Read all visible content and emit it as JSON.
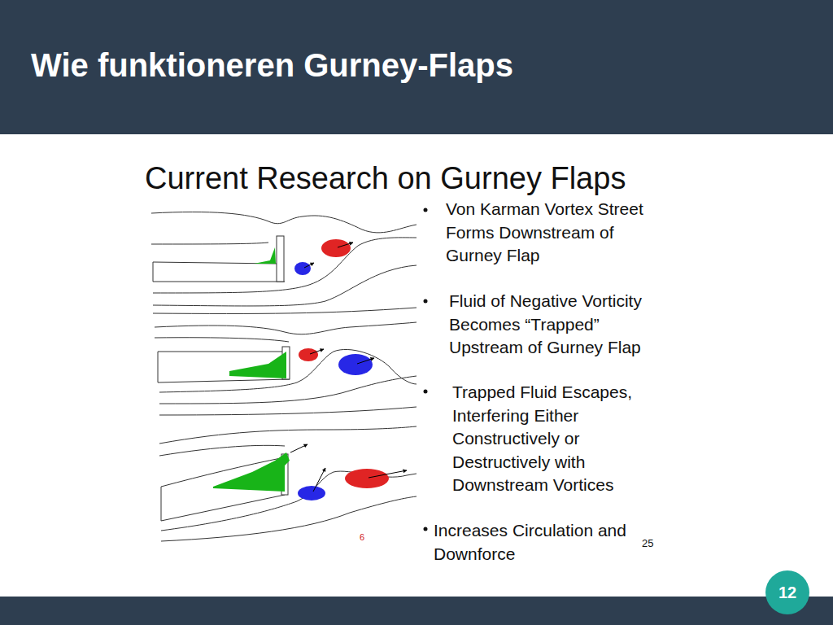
{
  "diagram": {
    "title": "Wie funktioneren Gurney-Flaps",
    "nodes": [
      {
        "text": [
          "12"
        ]
      }
    ],
    "labels": [
      "Current Research on Gurney Flaps",
      "Von Karman Vortex Street Forms Downstream of Gurney Flap",
      "Fluid of Negative Vorticity Becomes “Trapped” Upstream of Gurney Flap",
      "Trapped Fluid Escapes, Interfering Either Constructively or Destructively with Downstream Vortices",
      "Increases Circulation and Downforce",
      "6",
      "25"
    ]
  }
}
